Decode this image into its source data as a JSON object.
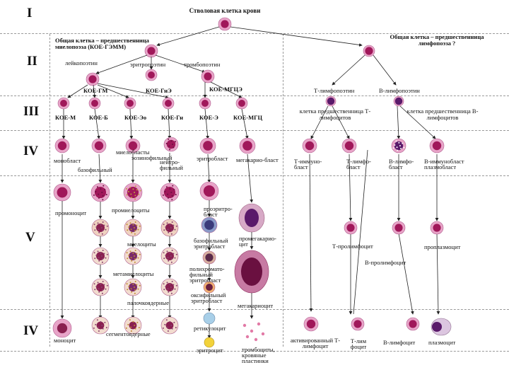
{
  "levels": {
    "l1": "I",
    "l2": "II",
    "l3": "III",
    "l4": "IV",
    "l5": "V",
    "l6": "IV"
  },
  "title": "Стволовая клетка крови",
  "myelo_precursor": "Общая клетка – предшественница миелопоэза (КОЕ-ГЭММ)",
  "lympho_precursor": "Общая клетка – предшественница лимфопоэза ?",
  "leukopoiesis": "лейкопоэтин",
  "erythropoietin": "эритропоэтин",
  "thrombopoietin": "тромбопоэтин",
  "koe_gm": "КОЕ-ГМ",
  "koe_gie": "КОЕ-ГнЭ",
  "koe_mgcz": "КОЕ-МГЦЭ",
  "t_lymphopoietin": "Т-лимфопоэтин",
  "b_lymphopoietin": "В-лимфопоэтин",
  "koe_m": "КОЕ-М",
  "koe_b": "КОЕ-Б",
  "koe_eo": "КОЕ-Эо",
  "koe_gn": "КОЕ-Гн",
  "koe_e": "КОЕ-Э",
  "koe_mgc": "КОЕ-МГЦ",
  "t_precursor": "клетка предшественница Т-лимфоцитов",
  "b_precursor": "клетка предшественница В-лимфоцитов",
  "monoblast": "монобласт",
  "eosinophilic": "эозинофильный",
  "basophilic": "базофильный",
  "neutrophilic": "нейтро-фильный",
  "myeloblasts": "миелобласты",
  "erythroblast": "эритробласт",
  "megakaryoblast": "мегакарио-бласт",
  "t_immunoblast": "Т-иммуно-бласт",
  "t_lymphoblast": "Т-лимфо-бласт",
  "b_lymphoblast": "В-лимфо-бласт",
  "b_immunoblast": "В-иммунобласт плазмобласт",
  "promonocyte": "промоноцит",
  "promyelocytes": "промиелоциты",
  "pronormoblast": "проэритро-бласт",
  "promegakaryocyte": "промегакарио-цит",
  "myelocytes": "миелоциты",
  "basophilic_erythroblast": "базофильный эритробласт",
  "t_prolymphocyte": "Т-пролимфоцит",
  "proplasmocyte": "проплазмоцит",
  "b_prolymphocyte": "В-пролимфоцит",
  "metamyelocytes": "метамиелоциты",
  "polychromatic": "полихромато-фильный эритробласт",
  "band": "палочкоядерные",
  "oxyphilic": "оксифильный эритробласт",
  "megakaryocyte": "мегакариоцит",
  "monocyte": "моноцит",
  "segmented": "сегментоядерные",
  "reticulocyte": "ретикулоцит",
  "erythrocyte": "эритроцит",
  "platelets": "тромбоциты, кровяные пластинки",
  "activated_t": "активированный Т-лимфоцит",
  "t_memory": "Т-лим фоцит",
  "b_lymphocyte": "В-лимфоцит",
  "plasmocyte": "плазмоцит",
  "colors": {
    "cell_pink": "#e8a4c8",
    "nucleus_magenta": "#a0185a",
    "nucleus_purple": "#5a1a6a",
    "erythrocyte_yellow": "#f2d23a",
    "platelet_pink": "#e27aa6",
    "grid": "#999999"
  }
}
